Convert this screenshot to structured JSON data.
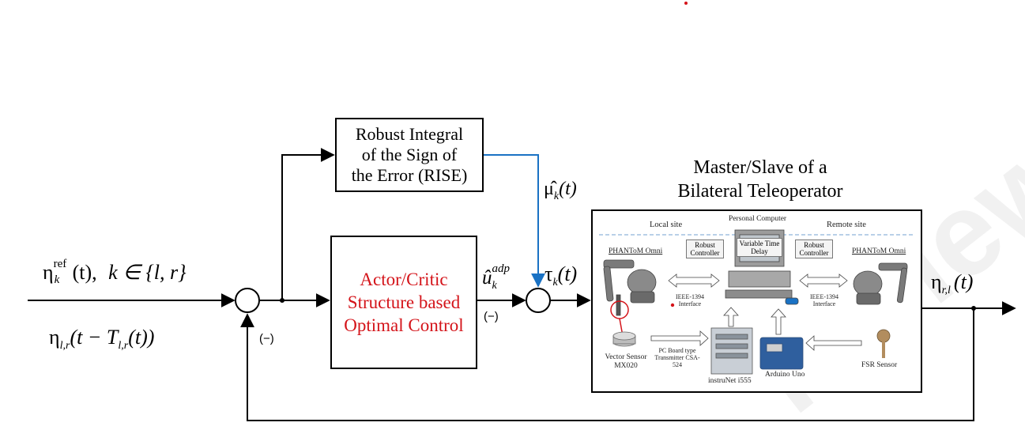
{
  "blocks": {
    "rise": {
      "lines": [
        "Robust Integral",
        "of the Sign of",
        "the Error (RISE)"
      ]
    },
    "actor_critic": {
      "lines": [
        "Actor/Critic",
        "Structure based",
        "Optimal Control"
      ]
    },
    "system_title": {
      "lines": [
        "Master/Slave of a",
        "Bilateral Teleoperator"
      ]
    }
  },
  "signals": {
    "input_ref": {
      "base": "η",
      "sup": "ref",
      "sub": "k",
      "arg": "(t),",
      "set_text": "k ∈ {l, r}"
    },
    "input_delayed": {
      "base": "η",
      "sub": "l,r",
      "arg": "(t − T",
      "arg_sub": "l,r",
      "arg_tail": "(t))"
    },
    "mu_hat": {
      "base": "μ̂",
      "sub": "k",
      "arg": "(t)"
    },
    "u_hat": {
      "base": "û",
      "sub": "k",
      "sup": "adp"
    },
    "tau": {
      "base": "τ",
      "sub": "k",
      "arg": "(t)"
    },
    "output": {
      "base": "η",
      "sub": "r,l",
      "arg": "(t)"
    }
  },
  "sign_labels": {
    "sum1_feedback": "(−)",
    "ac_output": "(−)"
  },
  "photo": {
    "local_site": "Local site",
    "remote_site": "Remote site",
    "personal_computer": "Personal Computer",
    "robust_controller": "Robust Controller",
    "variable_time_delay": "Variable Time Delay",
    "phantom_left": "PHANToM Omni",
    "phantom_right": "PHANToM Omni",
    "ieee_left": "IEEE-1394 Interface",
    "ieee_right": "IEEE-1394 Interface",
    "pc_board": "PC Board type Transmitter CSA-524",
    "vector_sensor": "Vector Sensor MX020",
    "instrunet": "instruNet i555",
    "arduino": "Arduino Uno",
    "fsr": "FSR Sensor"
  },
  "colors": {
    "wire": "#000000",
    "mu_wire": "#1a72c4",
    "accent_red": "#d4141a",
    "dashed_divider": "#8fb4d9"
  }
}
